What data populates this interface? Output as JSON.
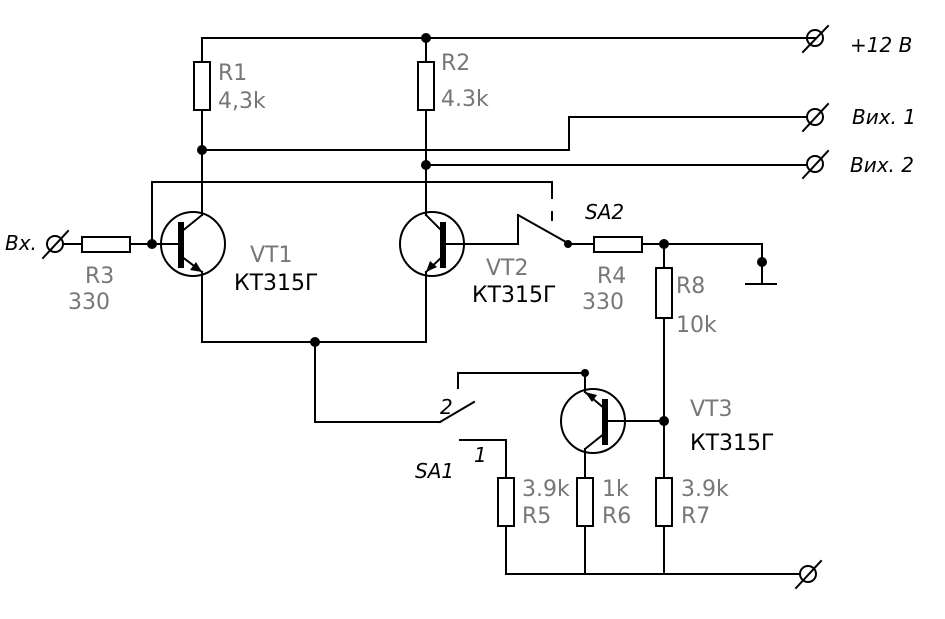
{
  "terminals": {
    "supply": "+12 В",
    "out1": "Вих. 1",
    "out2": "Вих. 2",
    "input": "Вх."
  },
  "resistors": {
    "r1": {
      "name": "R1",
      "value": "4,3k"
    },
    "r2": {
      "name": "R2",
      "value": "4.3k"
    },
    "r3": {
      "name": "R3",
      "value": "330"
    },
    "r4": {
      "name": "R4",
      "value": "330"
    },
    "r5": {
      "name": "R5",
      "value": "3.9k"
    },
    "r6": {
      "name": "R6",
      "value": "1k"
    },
    "r7": {
      "name": "R7",
      "value": "3.9k"
    },
    "r8": {
      "name": "R8",
      "value": "10k"
    }
  },
  "transistors": {
    "vt1": {
      "name": "VT1",
      "type": "КТ315Г"
    },
    "vt2": {
      "name": "VT2",
      "type": "КТ315Г"
    },
    "vt3": {
      "name": "VT3",
      "type": "КТ315Г"
    }
  },
  "switches": {
    "sa1": {
      "name": "SA1",
      "pos1": "1",
      "pos2": "2"
    },
    "sa2": {
      "name": "SA2"
    }
  }
}
